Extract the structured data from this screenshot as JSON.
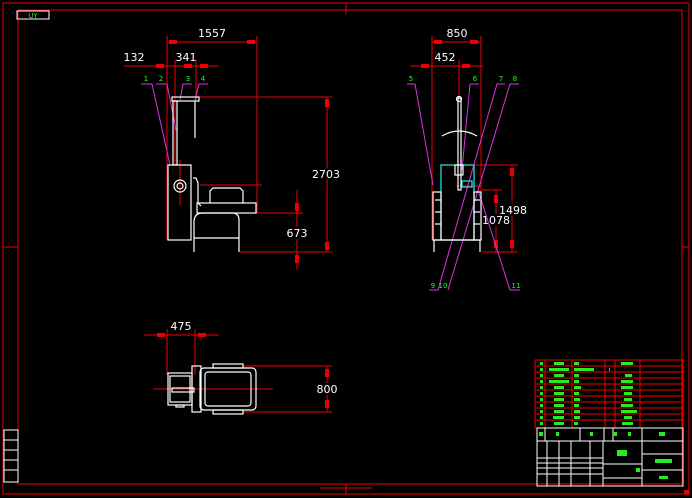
{
  "drawing": {
    "sheet_tag": "UY",
    "colors": {
      "background": "#000000",
      "frame": "#e00000",
      "geometry": "#ffffff",
      "leaders": "#dd33dd",
      "balloons": "#22ee22",
      "highlight": "#22dddd"
    },
    "front_view": {
      "dimensions": {
        "overall_width": "1557",
        "offset_left": "132",
        "post_spacing": "341",
        "overall_height": "2703",
        "seat_height": "673"
      },
      "balloons": [
        "1",
        "2",
        "3",
        "4"
      ]
    },
    "side_view": {
      "dimensions": {
        "overall_width": "850",
        "post_offset": "452",
        "frame_height": "1498",
        "armrest_height": "1078"
      },
      "balloons_top": [
        "5",
        "6",
        "7",
        "8"
      ],
      "balloons_bottom": [
        "9",
        "10",
        "11"
      ]
    },
    "top_view": {
      "dimensions": {
        "monitor_depth": "475",
        "chair_width": "800"
      }
    },
    "title_block": {
      "parts_rows": 11
    }
  }
}
